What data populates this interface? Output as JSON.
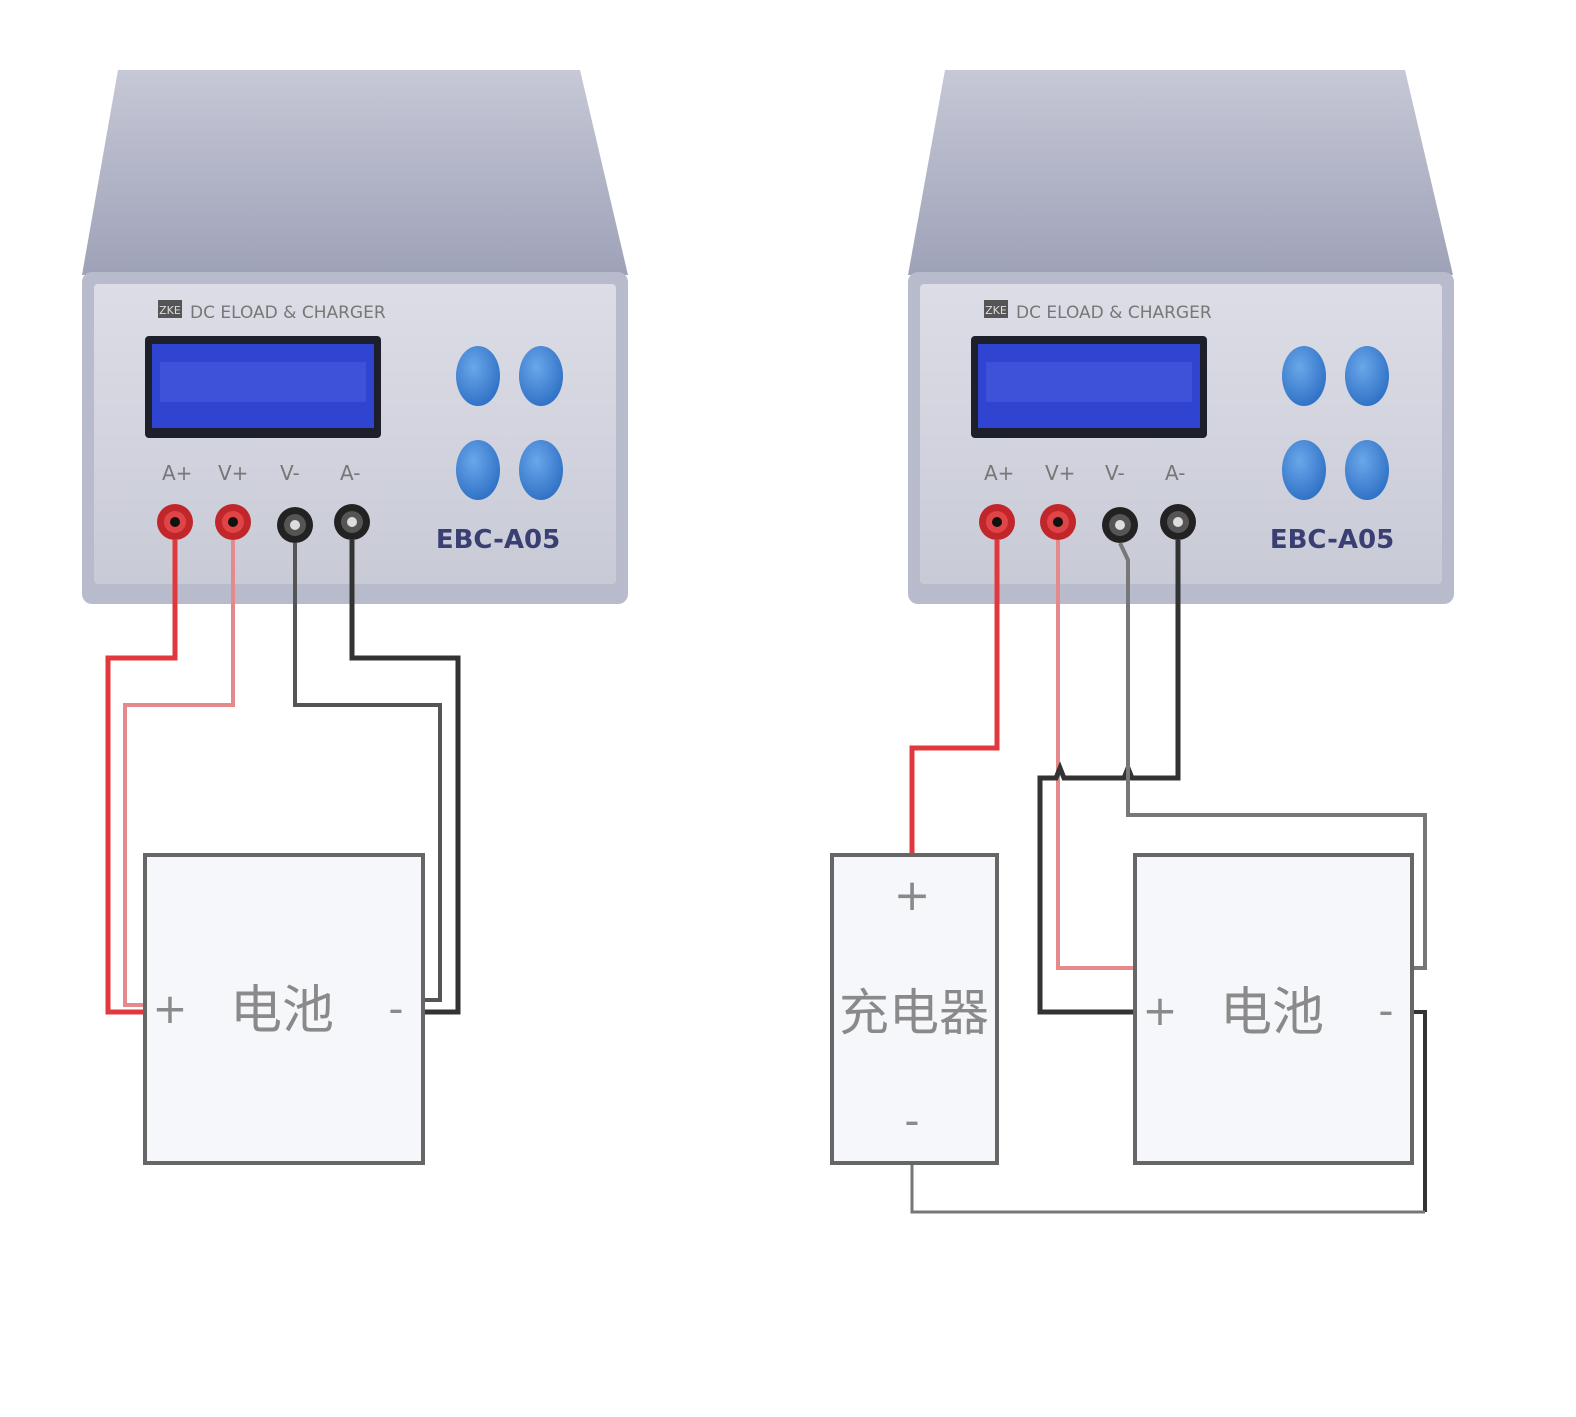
{
  "devices": [
    {
      "brand_label": "DC ELOAD & CHARGER",
      "logo_text": "ZKE",
      "model": "EBC-A05",
      "lcd_text": "",
      "terminals": [
        "A+",
        "V+",
        "V-",
        "A-"
      ],
      "button_labels": [
        "",
        "",
        "",
        ""
      ]
    },
    {
      "brand_label": "DC ELOAD & CHARGER",
      "logo_text": "ZKE",
      "model": "EBC-A05",
      "lcd_text": "",
      "terminals": [
        "A+",
        "V+",
        "V-",
        "A-"
      ],
      "button_labels": [
        "",
        "",
        "",
        ""
      ]
    }
  ],
  "left_circuit": {
    "battery": {
      "label": "电池",
      "plus": "+",
      "minus": "-"
    }
  },
  "right_circuit": {
    "charger": {
      "label": "充电器",
      "plus": "+",
      "minus": "-"
    },
    "battery": {
      "label": "电池",
      "plus": "+",
      "minus": "-"
    }
  },
  "colors": {
    "device_body": "#aeb2c6",
    "device_front": "#d2d4de",
    "lcd": "#2b3fc9",
    "button": "#3f86d8",
    "wire_red": "#e0383c",
    "wire_red_light": "#ea8a8a",
    "wire_black": "#333333",
    "wire_gray": "#888888"
  }
}
